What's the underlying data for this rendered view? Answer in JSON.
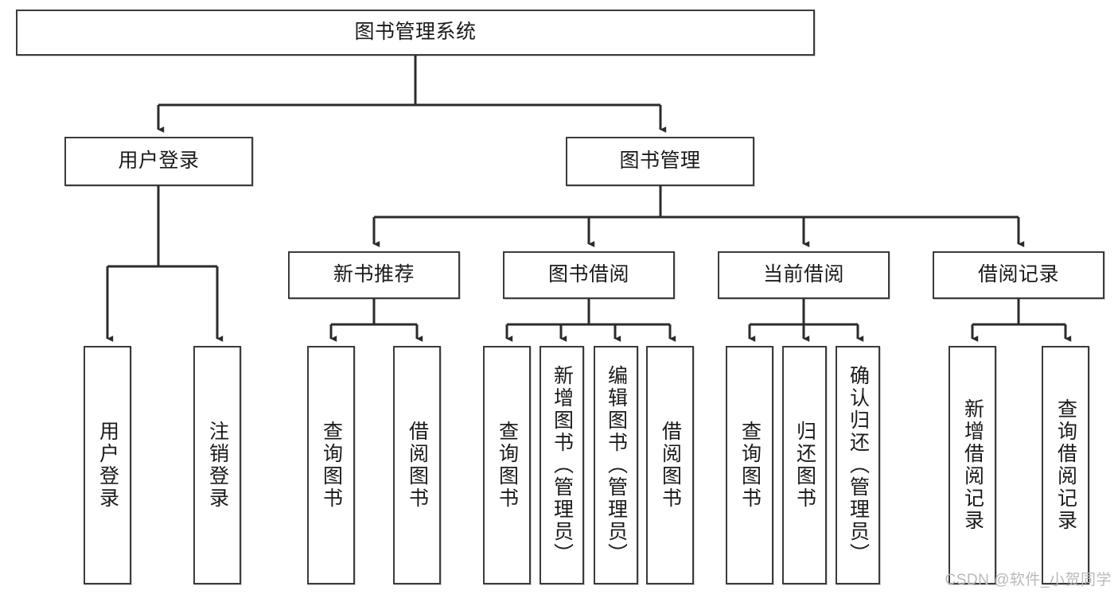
{
  "diagram": {
    "type": "tree-hierarchy-flowchart",
    "title": "图书管理系统",
    "watermark": "CSDN @软件_小贺同学",
    "colors": {
      "box_border": "#3b3b3b",
      "box_fill": "#ffffff",
      "connector": "#2b2b2b",
      "text": "#1a1a1a",
      "watermark": "#b9b9b9",
      "background": "#ffffff"
    },
    "levels": {
      "root": {
        "label": "图书管理系统"
      },
      "level2": [
        {
          "label": "用户登录"
        },
        {
          "label": "图书管理"
        }
      ],
      "level3": [
        {
          "label": "新书推荐"
        },
        {
          "label": "图书借阅"
        },
        {
          "label": "当前借阅"
        },
        {
          "label": "借阅记录"
        }
      ],
      "leaves": {
        "user_login": [
          {
            "label": "用户登录"
          },
          {
            "label": "注销登录"
          }
        ],
        "new_book_recommend": [
          {
            "label": "查询图书"
          },
          {
            "label": "借阅图书"
          }
        ],
        "book_borrow": [
          {
            "label": "查询图书"
          },
          {
            "label": "新增图书（管理员）"
          },
          {
            "label": "编辑图书（管理员）"
          },
          {
            "label": "借阅图书"
          }
        ],
        "current_borrow": [
          {
            "label": "查询图书"
          },
          {
            "label": "归还图书"
          },
          {
            "label": "确认归还（管理员）"
          }
        ],
        "borrow_record": [
          {
            "label": "新增借阅记录"
          },
          {
            "label": "查询借阅记录"
          }
        ]
      }
    }
  }
}
